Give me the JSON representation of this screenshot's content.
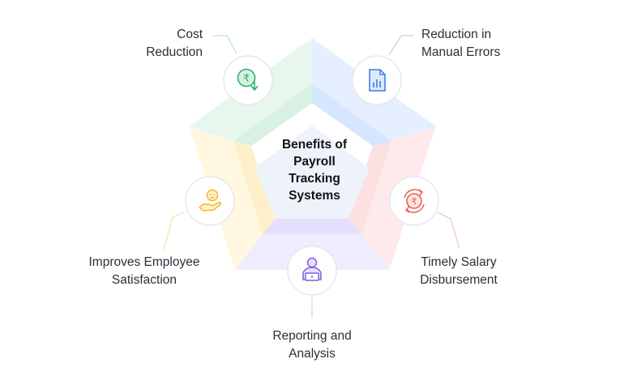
{
  "center": {
    "title_lines": [
      "Benefits of",
      "Payroll",
      "Tracking",
      "Systems"
    ]
  },
  "benefits": [
    {
      "lines": [
        "Cost",
        "Reduction"
      ],
      "icon": "rupee-down-arrow-icon",
      "color": "#2fae6a"
    },
    {
      "lines": [
        "Reduction in",
        "Manual Errors"
      ],
      "icon": "document-chart-icon",
      "color": "#3b7be0"
    },
    {
      "lines": [
        "Timely Salary",
        "Disbursement"
      ],
      "icon": "rupee-cycle-icon",
      "color": "#ea5b4f"
    },
    {
      "lines": [
        "Reporting and",
        "Analysis"
      ],
      "icon": "person-laptop-icon",
      "color": "#7d5fe0"
    },
    {
      "lines": [
        "Improves Employee",
        "Satisfaction"
      ],
      "icon": "hand-smiley-icon",
      "color": "#f0b323"
    }
  ]
}
